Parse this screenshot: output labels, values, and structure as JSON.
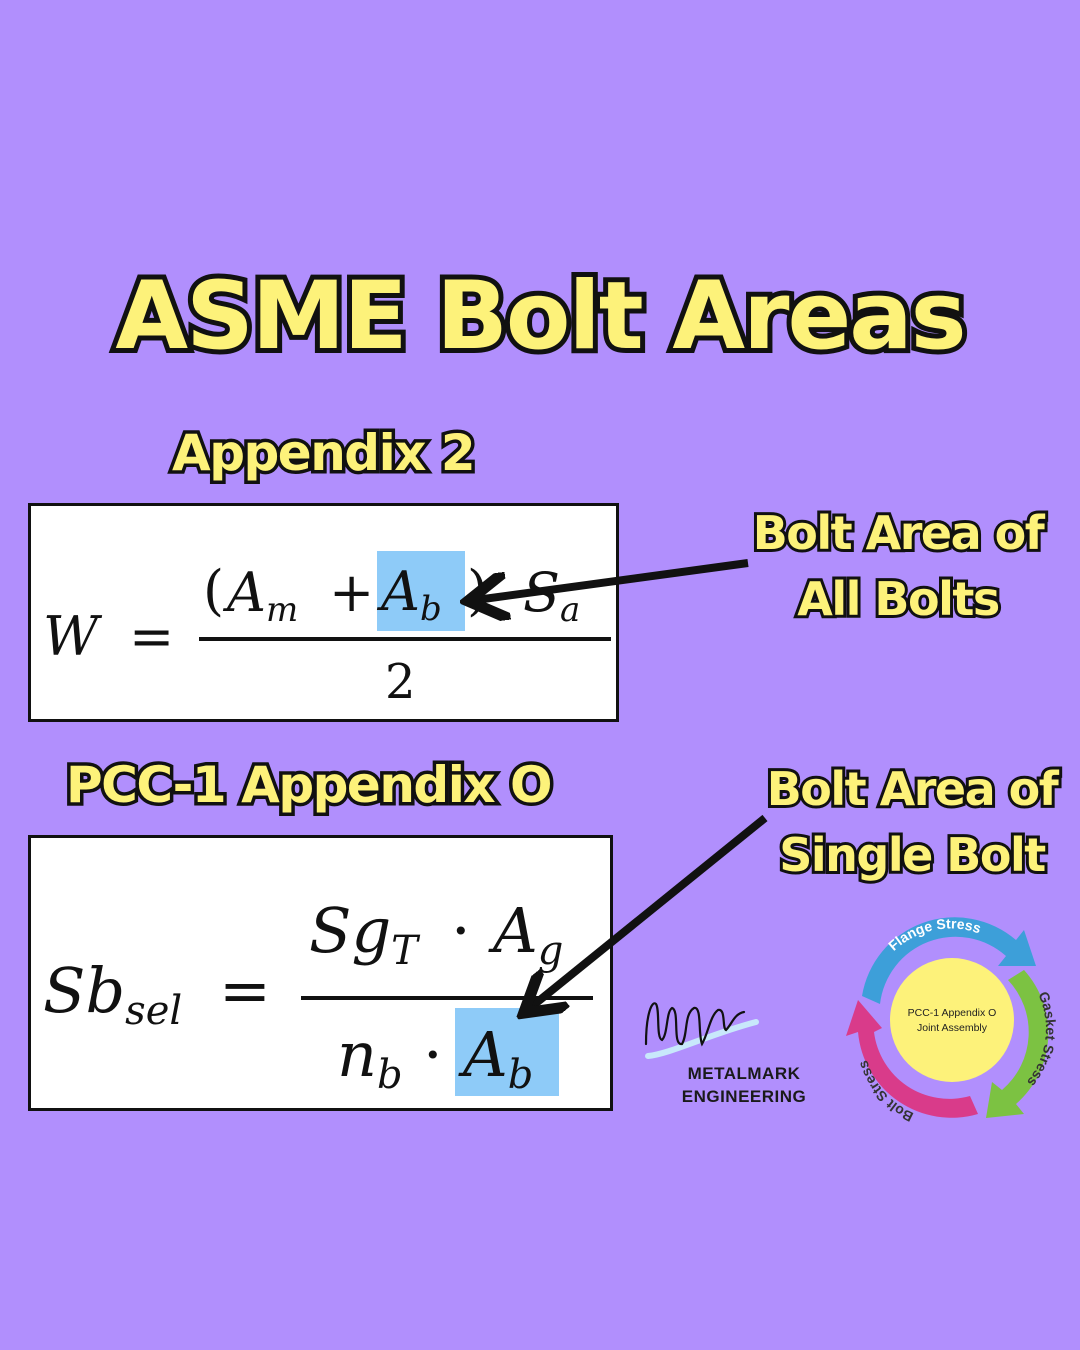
{
  "title": "ASME Bolt Areas",
  "section1": {
    "heading": "Appendix 2",
    "equation": {
      "lhs": "W",
      "equals": "=",
      "numerator": {
        "open": "(",
        "a1": "A",
        "a1_sub": "m",
        "plus": "+",
        "a2": "A",
        "a2_sub": "b",
        "close": ")",
        "s": "S",
        "s_sub": "a"
      },
      "denominator": "2"
    },
    "callout": [
      "Bolt Area of",
      "All Bolts"
    ]
  },
  "section2": {
    "heading": "PCC-1 Appendix O",
    "equation": {
      "lhs": "Sb",
      "lhs_sub": "sel",
      "equals": "=",
      "numerator": {
        "sg": "Sg",
        "sg_sub": "T",
        "dot": "·",
        "a": "A",
        "a_sub": "g"
      },
      "denominator": {
        "n": "n",
        "n_sub": "b",
        "dot": "·",
        "a": "A",
        "a_sub": "b"
      }
    },
    "callout": [
      "Bolt Area of",
      "Single Bolt"
    ]
  },
  "logo": {
    "line1": "METALMARK",
    "line2": "ENGINEERING"
  },
  "cycle": {
    "center_line1": "PCC-1 Appendix O",
    "center_line2": "Joint Assembly",
    "labels": [
      "Flange Stress",
      "Gasket Stress",
      "Bolt Stress"
    ],
    "colors": {
      "flange": "#3d9fd9",
      "gasket": "#7cc242",
      "bolt": "#d93b8a",
      "center": "#fdf27a"
    }
  },
  "colors": {
    "background": "#b18ffd",
    "text_fill": "#fdf27a",
    "text_outline": "#111111",
    "highlight": "#8ecbf8"
  }
}
